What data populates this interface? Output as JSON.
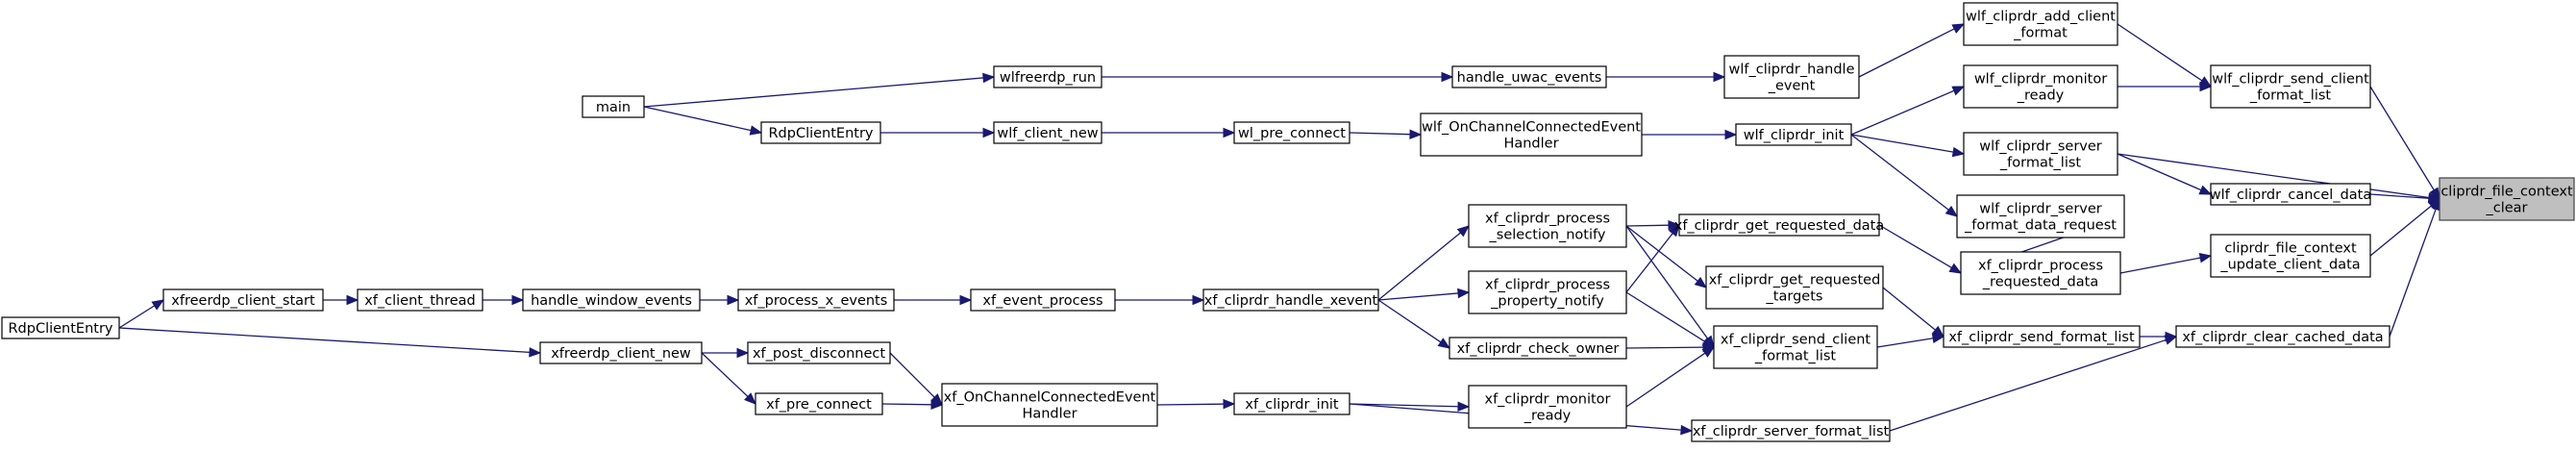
{
  "nodes": [
    {
      "id": "root",
      "lines": [
        "cliprdr_file_context",
        "_clear"
      ]
    },
    {
      "id": "wlf_send_client_fmt",
      "lines": [
        "wlf_cliprdr_send_client",
        "_format_list"
      ]
    },
    {
      "id": "wlf_cancel_data",
      "lines": [
        "wlf_cliprdr_cancel_data"
      ]
    },
    {
      "id": "update_client_data",
      "lines": [
        "cliprdr_file_context",
        "_update_client_data"
      ]
    },
    {
      "id": "xf_clear_cached",
      "lines": [
        "xf_cliprdr_clear_cached_data"
      ]
    },
    {
      "id": "wlf_add_client_fmt",
      "lines": [
        "wlf_cliprdr_add_client",
        "_format"
      ]
    },
    {
      "id": "wlf_monitor_ready",
      "lines": [
        "wlf_cliprdr_monitor",
        "_ready"
      ]
    },
    {
      "id": "wlf_server_fmt",
      "lines": [
        "wlf_cliprdr_server",
        "_format_list"
      ]
    },
    {
      "id": "wlf_server_fmt_req",
      "lines": [
        "wlf_cliprdr_server",
        "_format_data_request"
      ]
    },
    {
      "id": "xf_process_req",
      "lines": [
        "xf_cliprdr_process",
        "_requested_data"
      ]
    },
    {
      "id": "xf_send_fmt",
      "lines": [
        "xf_cliprdr_send_format_list"
      ]
    },
    {
      "id": "xf_server_fmt",
      "lines": [
        "xf_cliprdr_server_format_list"
      ]
    },
    {
      "id": "wlf_handle_event",
      "lines": [
        "wlf_cliprdr_handle",
        "_event"
      ]
    },
    {
      "id": "wlf_init",
      "lines": [
        "wlf_cliprdr_init"
      ]
    },
    {
      "id": "xf_get_req",
      "lines": [
        "xf_cliprdr_get_requested_data"
      ]
    },
    {
      "id": "xf_get_req_targets",
      "lines": [
        "xf_cliprdr_get_requested",
        "_targets"
      ]
    },
    {
      "id": "xf_send_client_fmt",
      "lines": [
        "xf_cliprdr_send_client",
        "_format_list"
      ]
    },
    {
      "id": "handle_uwac",
      "lines": [
        "handle_uwac_events"
      ]
    },
    {
      "id": "wlf_onchannel",
      "lines": [
        "wlf_OnChannelConnectedEvent",
        "Handler"
      ]
    },
    {
      "id": "xf_sel_notify",
      "lines": [
        "xf_cliprdr_process",
        "_selection_notify"
      ]
    },
    {
      "id": "xf_prop_notify",
      "lines": [
        "xf_cliprdr_process",
        "_property_notify"
      ]
    },
    {
      "id": "xf_check_owner",
      "lines": [
        "xf_cliprdr_check_owner"
      ]
    },
    {
      "id": "xf_monitor_ready",
      "lines": [
        "xf_cliprdr_monitor",
        "_ready"
      ]
    },
    {
      "id": "wlfreerdp_run",
      "lines": [
        "wlfreerdp_run"
      ]
    },
    {
      "id": "wl_pre_connect",
      "lines": [
        "wl_pre_connect"
      ]
    },
    {
      "id": "xf_handle_xevent",
      "lines": [
        "xf_cliprdr_handle_xevent"
      ]
    },
    {
      "id": "xf_cliprdr_init",
      "lines": [
        "xf_cliprdr_init"
      ]
    },
    {
      "id": "wlf_client_new",
      "lines": [
        "wlf_client_new"
      ]
    },
    {
      "id": "xf_event_process",
      "lines": [
        "xf_event_process"
      ]
    },
    {
      "id": "xf_onchannel",
      "lines": [
        "xf_OnChannelConnectedEvent",
        "Handler"
      ]
    },
    {
      "id": "main",
      "lines": [
        "main"
      ]
    },
    {
      "id": "rdp_entry_wl",
      "lines": [
        "RdpClientEntry"
      ]
    },
    {
      "id": "xf_process_x",
      "lines": [
        "xf_process_x_events"
      ]
    },
    {
      "id": "xf_post_disc",
      "lines": [
        "xf_post_disconnect"
      ]
    },
    {
      "id": "xf_pre_connect",
      "lines": [
        "xf_pre_connect"
      ]
    },
    {
      "id": "handle_window",
      "lines": [
        "handle_window_events"
      ]
    },
    {
      "id": "xfreerdp_client_new",
      "lines": [
        "xfreerdp_client_new"
      ]
    },
    {
      "id": "xf_client_thread",
      "lines": [
        "xf_client_thread"
      ]
    },
    {
      "id": "xfreerdp_client_start",
      "lines": [
        "xfreerdp_client_start"
      ]
    },
    {
      "id": "rdp_entry_xf",
      "lines": [
        "RdpClientEntry"
      ]
    }
  ],
  "edges": [
    {
      "from": "wlf_send_client_fmt",
      "to": "root"
    },
    {
      "from": "wlf_server_fmt",
      "to": "root"
    },
    {
      "from": "wlf_cancel_data",
      "to": "root"
    },
    {
      "from": "update_client_data",
      "to": "root"
    },
    {
      "from": "xf_clear_cached",
      "to": "root"
    },
    {
      "from": "wlf_add_client_fmt",
      "to": "wlf_send_client_fmt"
    },
    {
      "from": "wlf_monitor_ready",
      "to": "wlf_send_client_fmt"
    },
    {
      "from": "wlf_server_fmt",
      "to": "wlf_cancel_data"
    },
    {
      "from": "xf_process_req",
      "to": "update_client_data"
    },
    {
      "from": "xf_send_fmt",
      "to": "xf_clear_cached"
    },
    {
      "from": "xf_server_fmt",
      "to": "xf_clear_cached"
    },
    {
      "from": "wlf_handle_event",
      "to": "wlf_add_client_fmt"
    },
    {
      "from": "wlf_init",
      "to": "wlf_monitor_ready"
    },
    {
      "from": "wlf_init",
      "to": "wlf_server_fmt"
    },
    {
      "from": "wlf_init",
      "to": "wlf_server_fmt_req"
    },
    {
      "from": "wlf_server_fmt_req",
      "to": "xf_process_req"
    },
    {
      "from": "xf_get_req",
      "to": "xf_process_req"
    },
    {
      "from": "xf_get_req_targets",
      "to": "xf_send_fmt"
    },
    {
      "from": "xf_send_client_fmt",
      "to": "xf_send_fmt"
    },
    {
      "from": "handle_uwac",
      "to": "wlf_handle_event"
    },
    {
      "from": "wlf_onchannel",
      "to": "wlf_init"
    },
    {
      "from": "xf_sel_notify",
      "to": "xf_get_req"
    },
    {
      "from": "xf_prop_notify",
      "to": "xf_get_req"
    },
    {
      "from": "xf_sel_notify",
      "to": "xf_get_req_targets"
    },
    {
      "from": "xf_sel_notify",
      "to": "xf_send_client_fmt"
    },
    {
      "from": "xf_prop_notify",
      "to": "xf_send_client_fmt"
    },
    {
      "from": "xf_check_owner",
      "to": "xf_send_client_fmt"
    },
    {
      "from": "xf_monitor_ready",
      "to": "xf_send_client_fmt"
    },
    {
      "from": "xf_cliprdr_init",
      "to": "xf_server_fmt"
    },
    {
      "from": "wlfreerdp_run",
      "to": "handle_uwac"
    },
    {
      "from": "wl_pre_connect",
      "to": "wlf_onchannel"
    },
    {
      "from": "xf_handle_xevent",
      "to": "xf_sel_notify"
    },
    {
      "from": "xf_handle_xevent",
      "to": "xf_prop_notify"
    },
    {
      "from": "xf_handle_xevent",
      "to": "xf_check_owner"
    },
    {
      "from": "xf_cliprdr_init",
      "to": "xf_monitor_ready"
    },
    {
      "from": "xf_onchannel",
      "to": "xf_cliprdr_init"
    },
    {
      "from": "wlf_client_new",
      "to": "wl_pre_connect"
    },
    {
      "from": "main",
      "to": "wlfreerdp_run"
    },
    {
      "from": "main",
      "to": "rdp_entry_wl"
    },
    {
      "from": "rdp_entry_wl",
      "to": "wlf_client_new"
    },
    {
      "from": "xf_event_process",
      "to": "xf_handle_xevent"
    },
    {
      "from": "xf_process_x",
      "to": "xf_event_process"
    },
    {
      "from": "xf_post_disc",
      "to": "xf_onchannel"
    },
    {
      "from": "xf_pre_connect",
      "to": "xf_onchannel"
    },
    {
      "from": "handle_window",
      "to": "xf_process_x"
    },
    {
      "from": "xfreerdp_client_new",
      "to": "xf_post_disc"
    },
    {
      "from": "xfreerdp_client_new",
      "to": "xf_pre_connect"
    },
    {
      "from": "xf_client_thread",
      "to": "handle_window"
    },
    {
      "from": "xfreerdp_client_start",
      "to": "xf_client_thread"
    },
    {
      "from": "rdp_entry_xf",
      "to": "xfreerdp_client_start"
    },
    {
      "from": "rdp_entry_xf",
      "to": "xfreerdp_client_new"
    }
  ]
}
